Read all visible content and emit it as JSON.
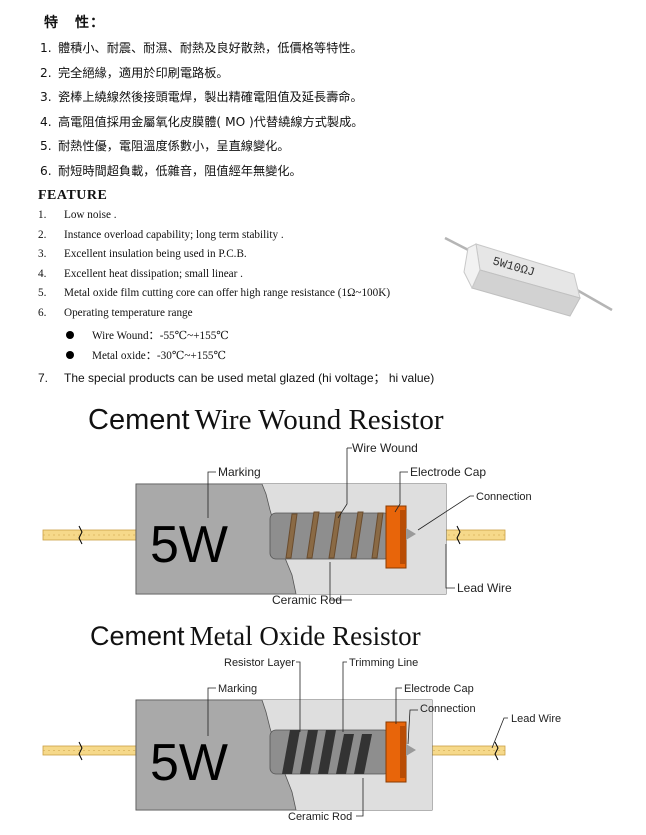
{
  "header": {
    "char1": "特",
    "char2": "性："
  },
  "zh_features": [
    {
      "num": "1.",
      "text": "體積小、耐震、耐濕、耐熱及良好散熱，低價格等特性。"
    },
    {
      "num": "2.",
      "text": "完全絕緣，適用於印刷電路板。"
    },
    {
      "num": "3.",
      "text": "瓷棒上繞線然後接頭電焊，製出精確電阻值及延長壽命。"
    },
    {
      "num": "4.",
      "text": "高電阻值採用金屬氧化皮膜體( MO )代替繞線方式製成。"
    },
    {
      "num": "5.",
      "text": "耐熱性優，電阻溫度係數小，呈直線變化。"
    },
    {
      "num": "6.",
      "text": "耐短時間超負載，低雜音，阻值經年無變化。"
    }
  ],
  "feature_title": "FEATURE",
  "en_features": [
    {
      "num": "1.",
      "text": "Low noise ."
    },
    {
      "num": "2.",
      "text": "Instance overload capability; long term stability ."
    },
    {
      "num": "3.",
      "text": "Excellent insulation being used in P.C.B."
    },
    {
      "num": "4.",
      "text": "Excellent heat dissipation; small linear ."
    },
    {
      "num": "5.",
      "text": "Metal oxide film cutting core can offer high range resistance (1Ω~100K)"
    },
    {
      "num": "6.",
      "text": "Operating temperature range"
    }
  ],
  "bullets": [
    {
      "text": "Wire Wound：-55℃~+155℃"
    },
    {
      "text": "Metal oxide：-30℃~+155℃"
    }
  ],
  "feature7": {
    "num": "7.",
    "text": "The special products can be used metal glazed (hi voltage； hi value)"
  },
  "photo": {
    "marking": "5W10ΩJ"
  },
  "diagram1": {
    "title_a": "Cement",
    "title_b": "Wire Wound Resistor",
    "body_text": "5W",
    "labels": {
      "wire_wound": "Wire Wound",
      "marking": "Marking",
      "electrode_cap": "Electrode Cap",
      "connection": "Connection",
      "lead_wire": "Lead Wire",
      "ceramic_rod": "Ceramic Rod"
    }
  },
  "diagram2": {
    "title_a": "Cement",
    "title_b": "Metal Oxide Resistor",
    "body_text": "5W",
    "labels": {
      "resistor_layer": "Resistor Layer",
      "trimming_line": "Trimming Line",
      "marking": "Marking",
      "electrode_cap": "Electrode Cap",
      "connection": "Connection",
      "lead_wire": "Lead Wire",
      "ceramic_rod": "Ceramic Rod"
    }
  },
  "colors": {
    "lead": "#f6d98a",
    "lead_stripe": "#caa044",
    "cap": "#e8650a",
    "body": "#a9a9a9",
    "body_light": "#dcdcdc",
    "rod": "#8e8e8e",
    "winding": "#8a6a45",
    "layer": "#333333"
  }
}
